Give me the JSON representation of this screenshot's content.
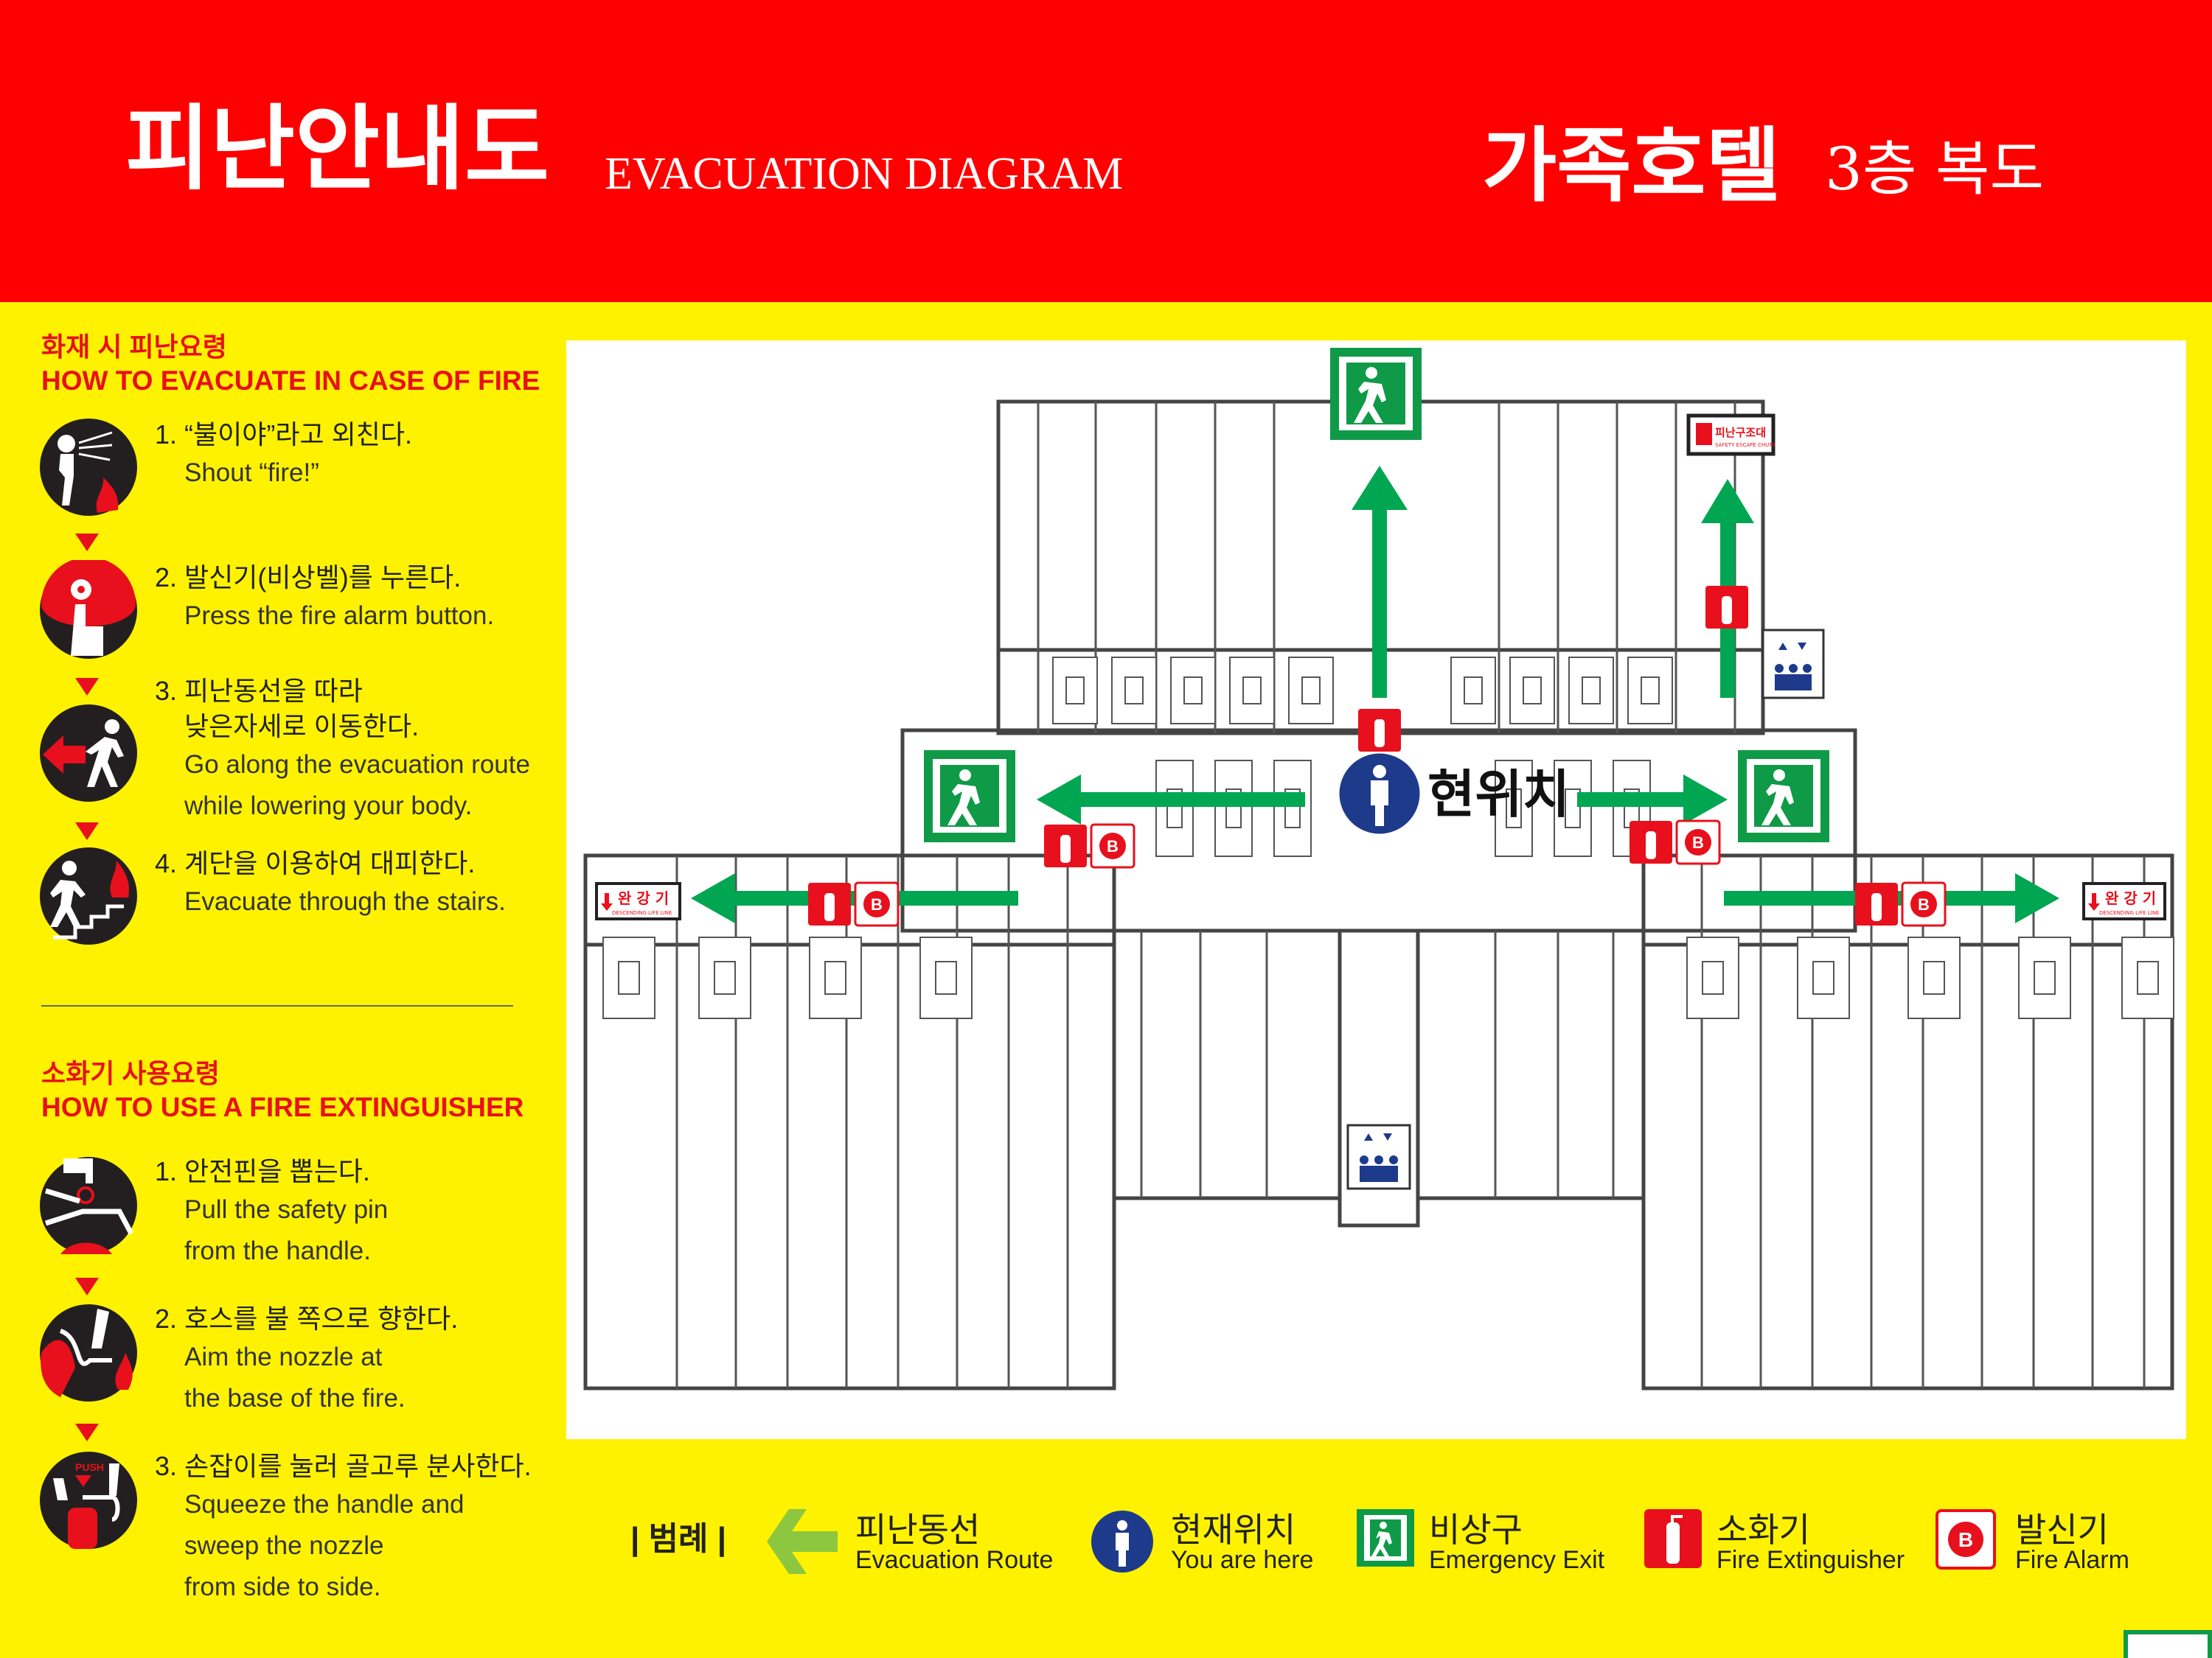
{
  "header": {
    "title_ko": "피난안내도",
    "title_en": "EVACUATION DIAGRAM",
    "place": "가족호텔",
    "floor": "3층 복도"
  },
  "colors": {
    "header_red": "#FF0000",
    "background_yellow": "#FFF200",
    "route_green": "#00A651",
    "accent_red": "#E8101C",
    "you_are_here_blue": "#1E3A8A"
  },
  "fire_section": {
    "heading_ko": "화재 시 피난요령",
    "heading_en": "HOW TO EVACUATE IN CASE OF FIRE",
    "steps": [
      {
        "ko": "1. “불이야”라고 외친다.",
        "en": "Shout “fire!”",
        "icon": "shouting-person-icon"
      },
      {
        "ko": "2. 발신기(비상벨)를 누른다.",
        "en": "Press the fire alarm button.",
        "icon": "press-alarm-icon"
      },
      {
        "ko": "3. 피난동선을 따라\n    낮은자세로 이동한다.",
        "en": "Go along the evacuation route\nwhile lowering your body.",
        "icon": "running-exit-icon"
      },
      {
        "ko": "4. 계단을 이용하여 대피한다.",
        "en": "Evacuate through the stairs.",
        "icon": "stairs-escape-icon"
      }
    ]
  },
  "extinguisher_section": {
    "heading_ko": "소화기 사용요령",
    "heading_en": "HOW TO USE A FIRE EXTINGUISHER",
    "steps": [
      {
        "ko": "1. 안전핀을 뽑는다.",
        "en": "Pull the safety pin\nfrom the handle.",
        "icon": "pull-pin-icon"
      },
      {
        "ko": "2. 호스를 불 쪽으로 향한다.",
        "en": "Aim the nozzle at\nthe base of the fire.",
        "icon": "aim-nozzle-icon"
      },
      {
        "ko": "3. 손잡이를 눌러 골고루 분사한다.",
        "en": "Squeeze the handle and\nsweep the nozzle\nfrom side to side.",
        "icon": "squeeze-handle-icon",
        "push_label": "PUSH"
      }
    ]
  },
  "map": {
    "you_are_here": "현위치",
    "descending_lifeline": {
      "ko": "완 강 기",
      "en": "DESCENDING LIFE LINE"
    },
    "escape_chute": {
      "ko": "피난구조대",
      "en": "SAFETY ESCAPE CHUTE"
    },
    "alarm_letter": "B"
  },
  "legend": {
    "title": "| 범례 |",
    "items": [
      {
        "ko": "피난동선",
        "en": "Evacuation Route",
        "icon": "green-arrow-icon"
      },
      {
        "ko": "현재위치",
        "en": "You are here",
        "icon": "person-marker-icon"
      },
      {
        "ko": "비상구",
        "en": "Emergency Exit",
        "icon": "exit-sign-icon"
      },
      {
        "ko": "소화기",
        "en": "Fire Extinguisher",
        "icon": "extinguisher-icon"
      },
      {
        "ko": "발신기",
        "en": "Fire Alarm",
        "icon": "fire-alarm-icon"
      }
    ]
  }
}
